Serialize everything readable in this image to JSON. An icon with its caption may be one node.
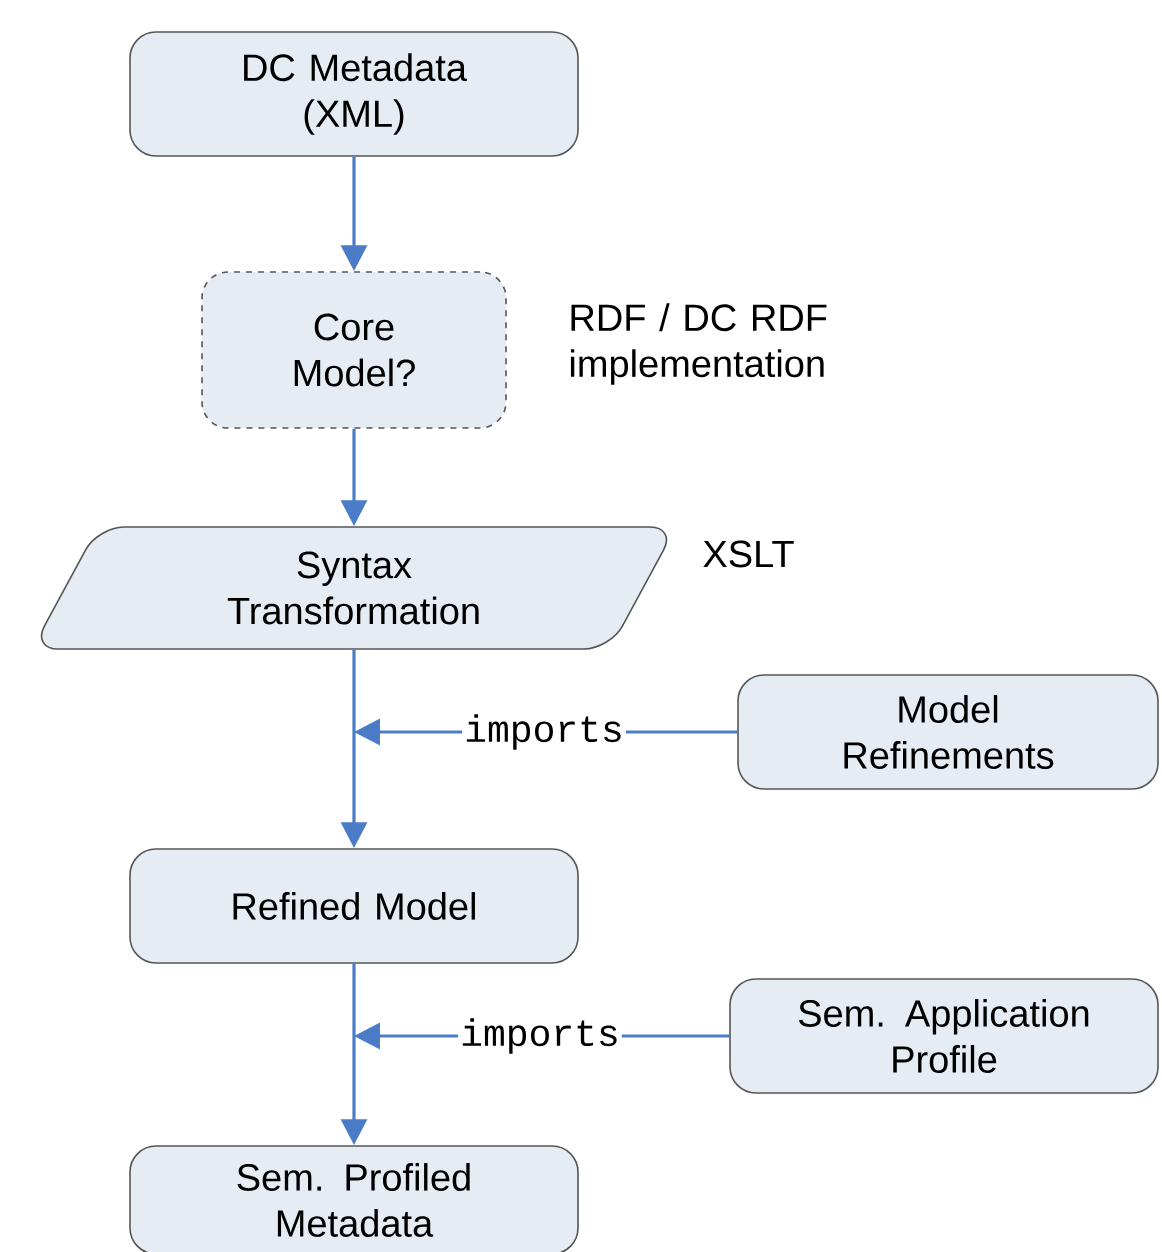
{
  "diagram": {
    "nodes": [
      {
        "text": [
          "DC Metadata (XML)"
        ]
      },
      {
        "text": [
          "Core Model?"
        ],
        "beside": [
          "RDF / DC RDF implementation"
        ]
      },
      {
        "text": [
          "Syntax Transformation"
        ],
        "beside": [
          "XSLT"
        ]
      },
      {
        "text": [
          "Model Refinements"
        ]
      },
      {
        "text": [
          "Refined Model"
        ]
      },
      {
        "text": [
          "Sem. Application Profile"
        ]
      },
      {
        "text": [
          "Sem. Profiled Metadata"
        ]
      }
    ],
    "edges": [
      {
        "from": 0,
        "to": 1,
        "arrow": "to"
      },
      {
        "from": 1,
        "to": 2,
        "arrow": "to"
      },
      {
        "from": 2,
        "to": 4,
        "arrow": "to"
      },
      {
        "from": 3,
        "to": null,
        "arrow": "to",
        "label": "imports"
      },
      {
        "from": 4,
        "to": 6,
        "arrow": "to"
      },
      {
        "from": 5,
        "to": null,
        "arrow": "to",
        "label": "imports"
      }
    ]
  }
}
